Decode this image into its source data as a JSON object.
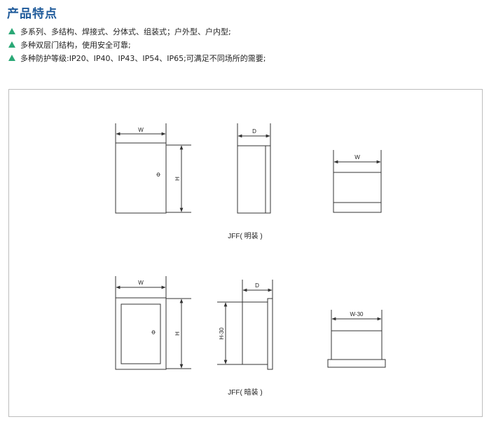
{
  "heading": "产品特点",
  "features": [
    "多系列、多结构、焊接式、分体式、组装式；户外型、户内型;",
    "多种双层门结构，使用安全可靠;",
    "多种防护等级:IP20、IP40、IP43、IP54、IP65;可满足不同场所的需要;"
  ],
  "icons": {
    "bullet": "triangle-bullet-icon",
    "bullet_color": "#2aa876",
    "heading_color": "#1e5a9a"
  },
  "diagram": {
    "surface": {
      "caption": "JFF( 明装 )",
      "front_width": "W",
      "front_height": "H",
      "front_symbol": "Φ",
      "side_depth": "D",
      "top_width": "W"
    },
    "flush": {
      "caption": "JFF( 暗装 )",
      "front_width": "W",
      "front_height": "H",
      "front_symbol": "Φ",
      "side_depth": "D",
      "side_height": "H-30",
      "top_width": "W-30"
    }
  }
}
